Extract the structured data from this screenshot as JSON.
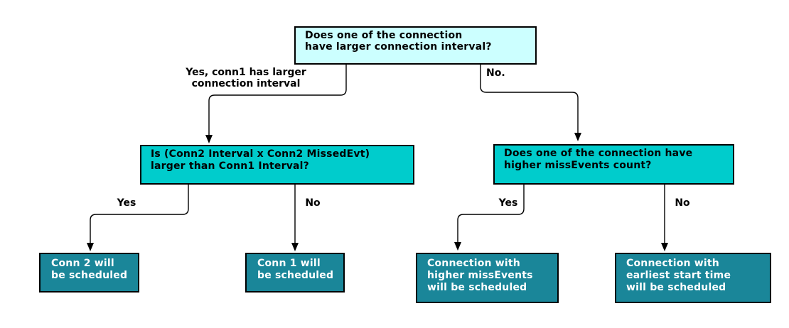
{
  "diagram": {
    "title_hint": "Connection scheduling decision flowchart",
    "root": {
      "text": "Does one of the connection\nhave larger connection interval?"
    },
    "branch_labels": {
      "root_yes": "Yes, conn1 has larger\nconnection interval",
      "root_no": "No.",
      "left_yes": "Yes",
      "left_no": "No",
      "right_yes": "Yes",
      "right_no": "No"
    },
    "decisions": {
      "left": {
        "text": "Is (Conn2 Interval x Conn2 MissedEvt)\nlarger than Conn1 Interval?"
      },
      "right": {
        "text": "Does one of the connection have\nhigher missEvents count?"
      }
    },
    "outcomes": {
      "conn2": {
        "text": "Conn 2 will\nbe scheduled"
      },
      "conn1": {
        "text": "Conn 1 will\nbe scheduled"
      },
      "higher_missevents": {
        "text": "Connection with\nhigher missEvents\nwill be scheduled"
      },
      "earliest_start": {
        "text": "Connection with\nearliest start time\nwill be scheduled"
      }
    },
    "colors": {
      "root_fill": "#CCFFFF",
      "decision_fill": "#00CCCC",
      "outcome_fill": "#1A8699",
      "border": "#000000",
      "line": "#000000",
      "outcome_text": "#FFFFFF",
      "text": "#000000"
    }
  }
}
